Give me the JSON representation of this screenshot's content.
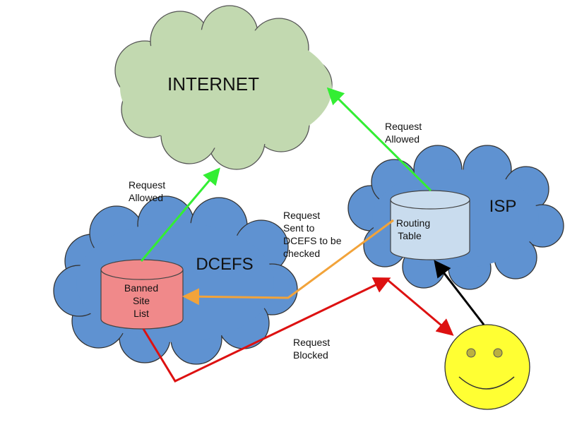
{
  "clouds": {
    "internet": {
      "label": "INTERNET",
      "fill": "#c2d9b0"
    },
    "isp": {
      "label": "ISP",
      "fill": "#5f92d1"
    },
    "dcefs": {
      "label": "DCEFS",
      "fill": "#5f92d1"
    }
  },
  "databases": {
    "routing_table": {
      "line1": "Routing",
      "line2": "Table",
      "fill": "#c9dcee"
    },
    "banned_site_list": {
      "line1": "Banned",
      "line2": "Site",
      "line3": "List",
      "fill": "#f0898a"
    }
  },
  "user": {
    "face_color": "#ffff33",
    "icon": "smiley-face"
  },
  "arrow_labels": {
    "isp_to_internet": {
      "line1": "Request",
      "line2": "Allowed"
    },
    "dcefs_to_internet": {
      "line1": "Request",
      "line2": "Allowed"
    },
    "isp_to_dcefs": {
      "line1": "Request",
      "line2": "Sent to",
      "line3": "DCEFS to be",
      "line4": "checked"
    },
    "blocked": {
      "line1": "Request",
      "line2": "Blocked"
    }
  },
  "colors": {
    "allowed": "#33ee33",
    "checked": "#f2a33a",
    "blocked": "#dd1111",
    "user_request": "#000000"
  }
}
